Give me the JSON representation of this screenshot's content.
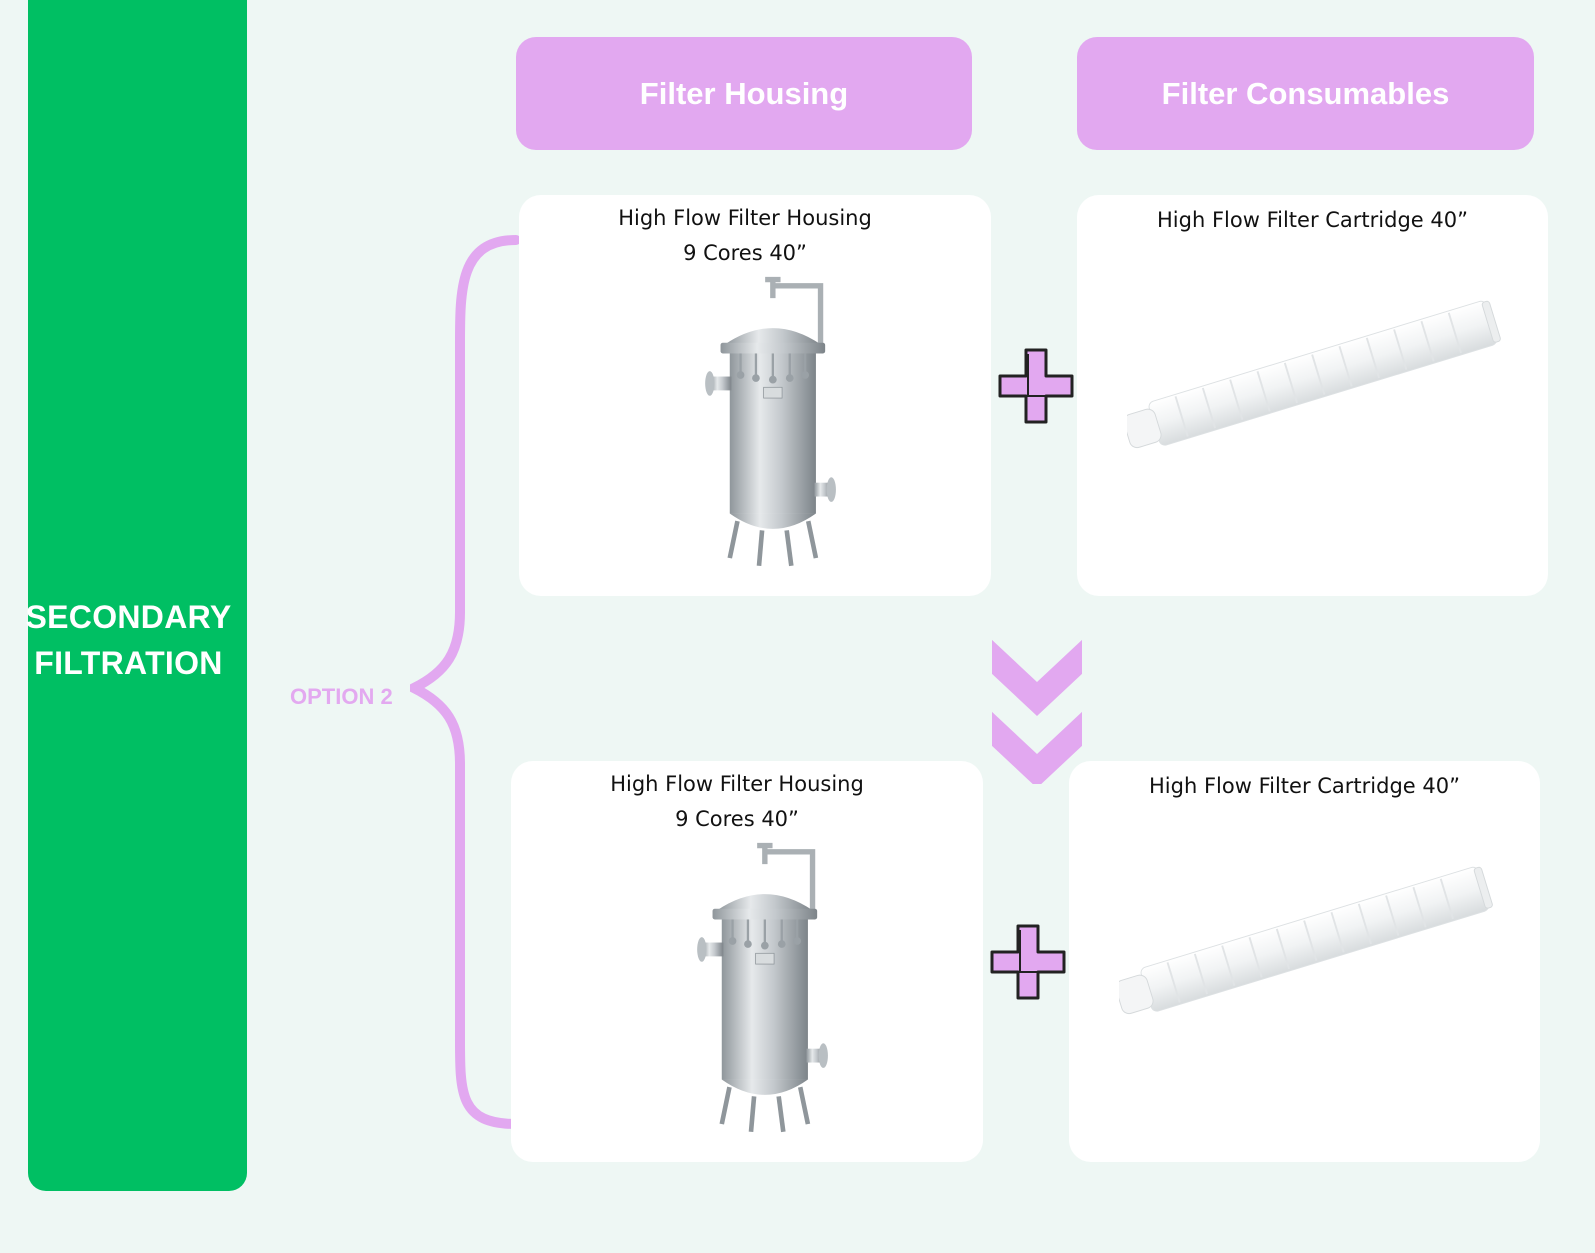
{
  "sidebar": {
    "title": "SECONDARY\nFILTRATION"
  },
  "option": {
    "label": "OPTION 2"
  },
  "headers": {
    "housing": "Filter Housing",
    "consumables": "Filter Consumables"
  },
  "rows": [
    {
      "housing": {
        "title": "High Flow Filter Housing\n9 Cores 40”",
        "icon": "filter-housing-vessel"
      },
      "consumable": {
        "title": "High Flow Filter Cartridge 40”",
        "icon": "filter-cartridge"
      },
      "connector": "plus-icon"
    },
    {
      "housing": {
        "title": "High Flow Filter Housing\n9 Cores 40”",
        "icon": "filter-housing-vessel"
      },
      "consumable": {
        "title": "High Flow Filter Cartridge 40”",
        "icon": "filter-cartridge"
      },
      "connector": "plus-icon"
    }
  ],
  "colors": {
    "background": "#eef7f4",
    "sidebar": "#00bf63",
    "accent": "#e2a8f0",
    "card": "#ffffff"
  }
}
